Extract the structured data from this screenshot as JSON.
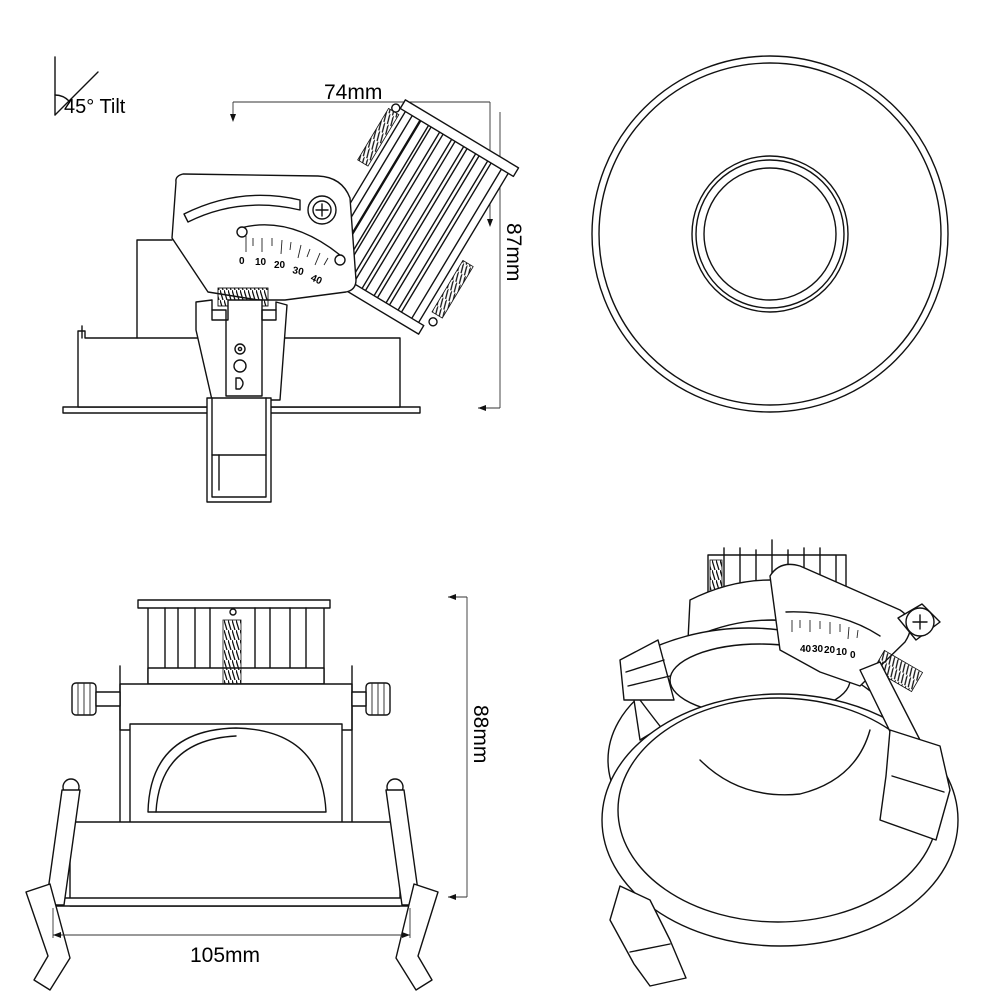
{
  "tilt_label": "45° Tilt",
  "dimensions": {
    "side_width": "74mm",
    "side_height": "87mm",
    "front_height": "88mm",
    "front_width": "105mm"
  },
  "tilt_scale": [
    "0",
    "10",
    "20",
    "30",
    "40"
  ],
  "iso_tilt_scale": [
    "40",
    "30",
    "20",
    "10",
    "0"
  ],
  "colors": {
    "line": "#111111",
    "background": "#ffffff"
  }
}
